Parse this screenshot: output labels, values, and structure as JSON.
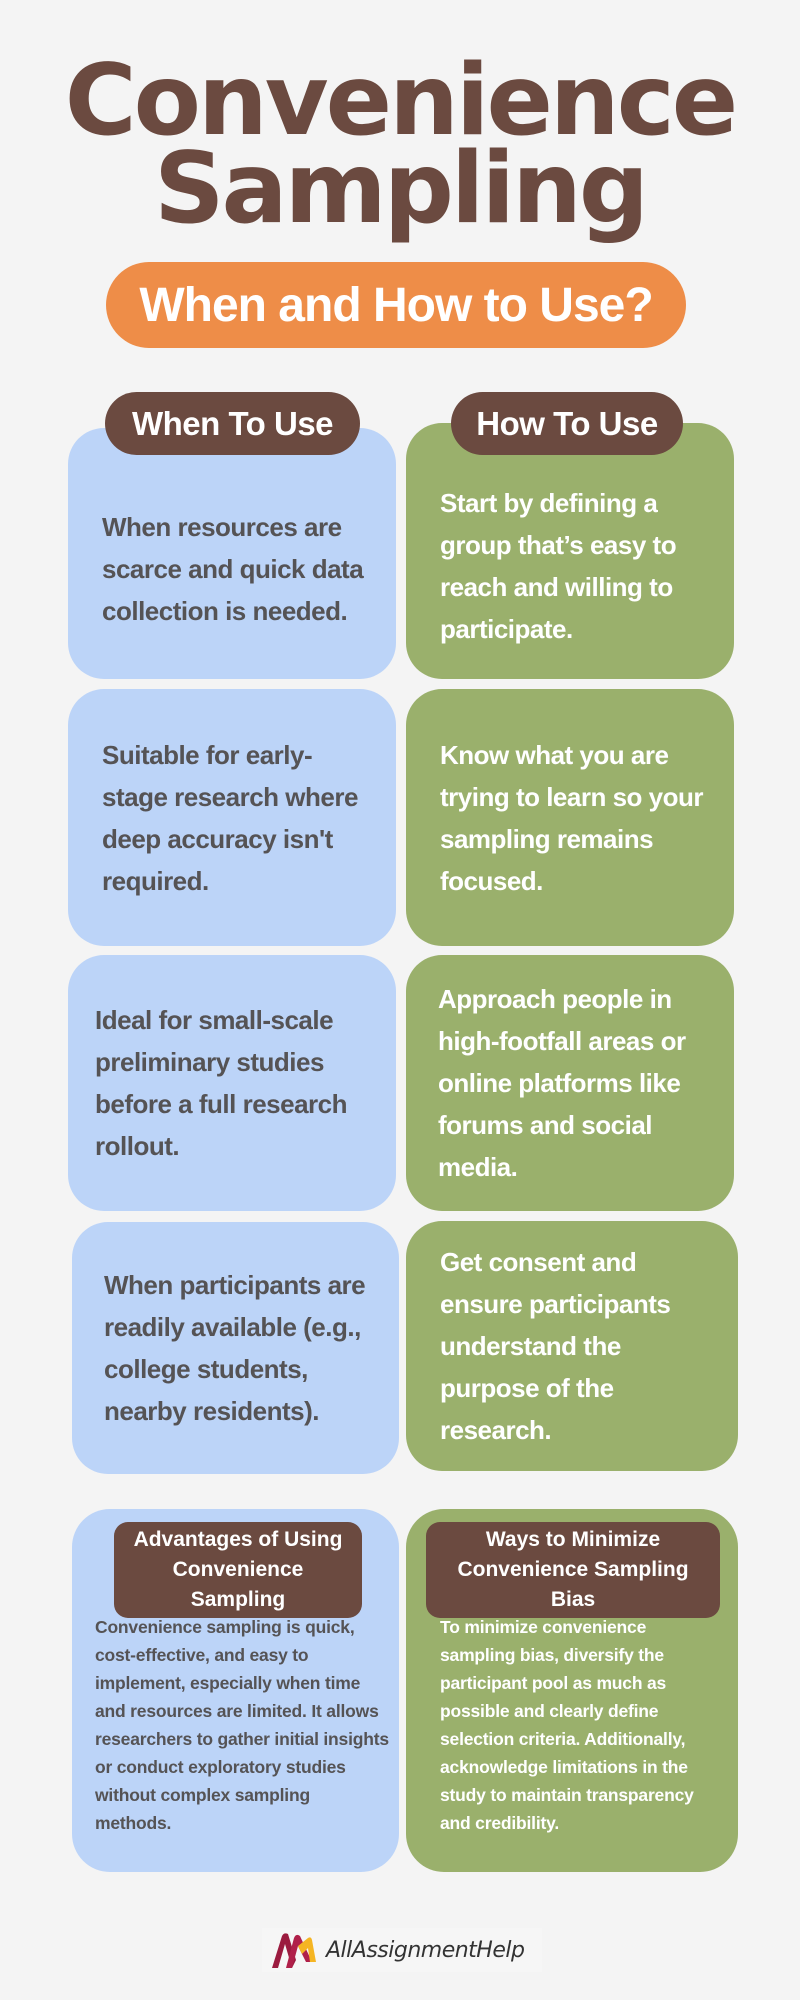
{
  "title": {
    "line1": "Convenience",
    "line2": "Sampling",
    "subtitle": "When and How to Use?"
  },
  "columns": {
    "when_header": "When To Use",
    "how_header": "How To Use"
  },
  "rows": [
    {
      "when": "When resources are scarce and quick data collection is needed.",
      "how": "Start by defining a group that’s easy to reach and willing to participate."
    },
    {
      "when": "Suitable for early-stage research where deep accuracy isn't required.",
      "how": "Know what you are trying to learn so your sampling remains focused."
    },
    {
      "when": "Ideal for small-scale preliminary studies before a full research rollout.",
      "how": "Approach people in high-footfall areas or online platforms like forums and social media."
    },
    {
      "when": "When participants are readily available (e.g., college students, nearby residents).",
      "how": "Get consent and ensure participants understand the purpose of the research."
    }
  ],
  "advantages": {
    "title_line1": "Advantages of Using",
    "title_line2": "Convenience Sampling",
    "body": "Convenience sampling is quick, cost-effective, and easy to implement, especially when time and resources are limited. It allows researchers to gather initial insights or conduct exploratory studies without complex sampling methods."
  },
  "minimize_bias": {
    "title_line1": "Ways to Minimize",
    "title_line2": "Convenience Sampling Bias",
    "body": "To minimize convenience sampling bias, diversify the participant pool as much as possible and clearly define selection criteria. Additionally, acknowledge limitations in the study to maintain transparency and credibility."
  },
  "footer": {
    "brand": "AllAssignmentHelp",
    "logo_icon": "aah-logo-icon"
  },
  "colors": {
    "background": "#f4f4f4",
    "title_brown": "#6b4a40",
    "subtitle_orange": "#ee8d48",
    "card_blue": "#bcd4f8",
    "card_green": "#9ab06c",
    "text_gray": "#555355",
    "logo_red": "#9b1b3f",
    "logo_yellow": "#f5b523"
  }
}
